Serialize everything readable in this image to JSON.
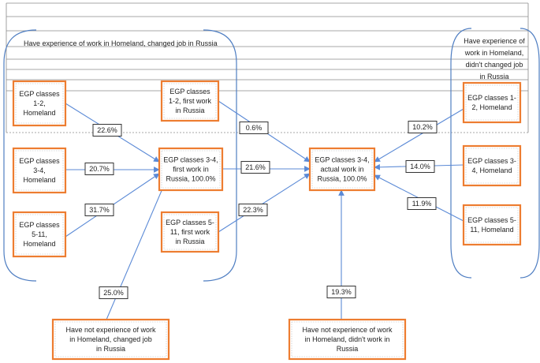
{
  "groups": {
    "changed_job": {
      "label": "Have  experience of work in Homeland, changed job in Russia"
    },
    "not_changed": {
      "lines": [
        "Have  experience of",
        "work in Homeland,",
        "didn't changed job",
        "in Russia"
      ]
    }
  },
  "nodes": [
    {
      "id": "h12",
      "lines": [
        "EGP classes",
        "1-2,",
        "Homeland"
      ]
    },
    {
      "id": "h34",
      "lines": [
        "EGP classes",
        "3-4,",
        "Homeland"
      ]
    },
    {
      "id": "h511",
      "lines": [
        "EGP classes",
        "5-11,",
        "Homeland"
      ]
    },
    {
      "id": "r12",
      "lines": [
        "EGP classes",
        "1-2, first work",
        "in Russia"
      ]
    },
    {
      "id": "r34",
      "lines": [
        "EGP classes 3-4,",
        "first work in",
        "Russia, 100.0%"
      ]
    },
    {
      "id": "r511",
      "lines": [
        "EGP classes 5-",
        "11, first work",
        "in Russia"
      ]
    },
    {
      "id": "a34",
      "lines": [
        "EGP classes 3-4,",
        "actual work in",
        "Russia, 100.0%"
      ]
    },
    {
      "id": "hh12",
      "lines": [
        "EGP classes 1-",
        "2, Homeland"
      ]
    },
    {
      "id": "hh34",
      "lines": [
        "EGP classes 3-",
        "4, Homeland"
      ]
    },
    {
      "id": "hh511",
      "lines": [
        "EGP classes 5-",
        "11, Homeland"
      ]
    },
    {
      "id": "ne1",
      "lines": [
        "Have not experience of work",
        "in Homeland, changed  job",
        "in Russia"
      ]
    },
    {
      "id": "ne2",
      "lines": [
        "Have not experience of work",
        "in Homeland, didn't  work in",
        "Russia"
      ]
    }
  ],
  "flows": [
    {
      "from": "h12",
      "to": "r34",
      "value": "22.6%"
    },
    {
      "from": "h34",
      "to": "r34",
      "value": "20.7%"
    },
    {
      "from": "h511",
      "to": "r34",
      "value": "31.7%"
    },
    {
      "from": "ne1",
      "to": "r34",
      "value": "25.0%"
    },
    {
      "from": "r12",
      "to": "a34",
      "value": "0.6%"
    },
    {
      "from": "r34",
      "to": "a34",
      "value": "21.6%"
    },
    {
      "from": "r511",
      "to": "a34",
      "value": "22.3%"
    },
    {
      "from": "ne2",
      "to": "a34",
      "value": "19.3%"
    },
    {
      "from": "hh12",
      "to": "a34",
      "value": "10.2%"
    },
    {
      "from": "hh34",
      "to": "a34",
      "value": "14.0%"
    },
    {
      "from": "hh511",
      "to": "a34",
      "value": "11.9%"
    }
  ],
  "colors": {
    "node_border": "#ed7d31",
    "arrow": "#5b8ad6",
    "bracket": "#4f7ec2",
    "label_border": "#333333"
  }
}
